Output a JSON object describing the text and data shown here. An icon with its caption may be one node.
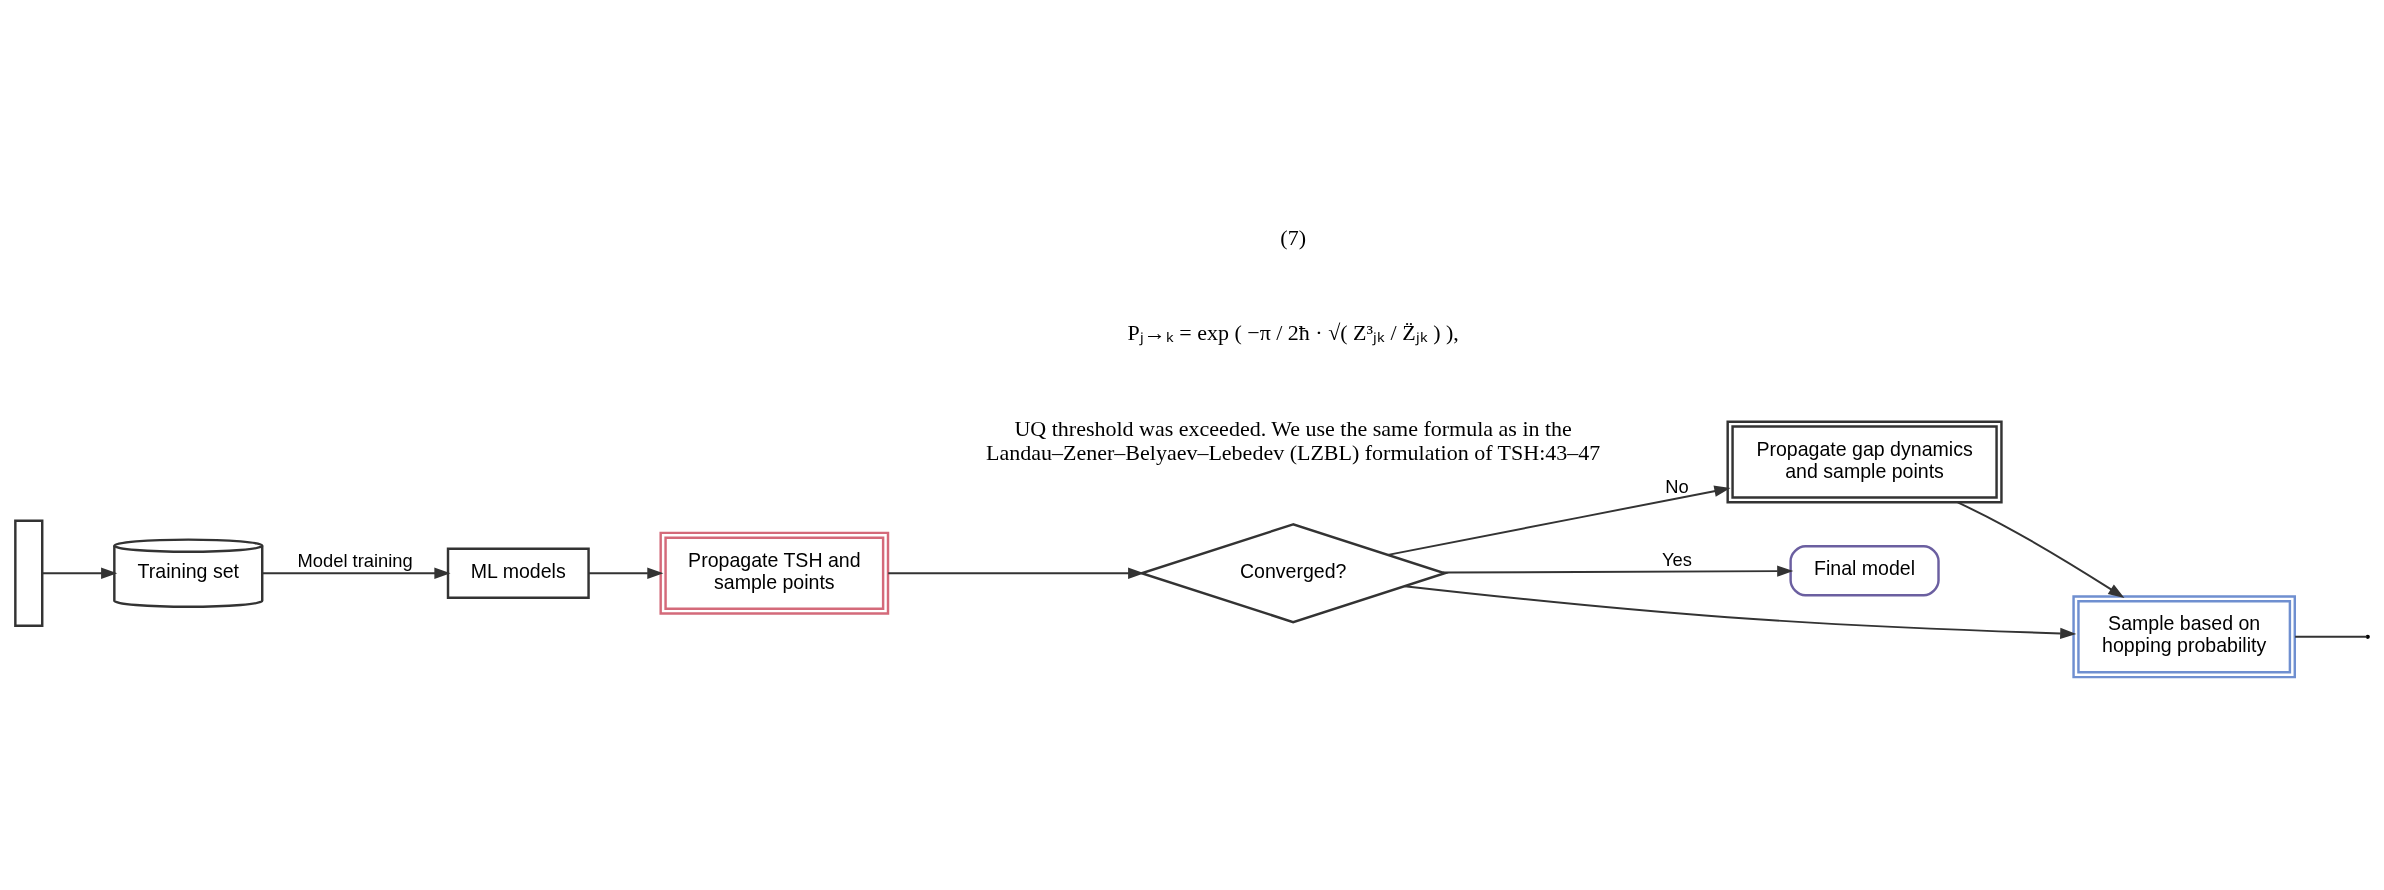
{
  "diagram": {
    "nodes": [
      {
        "text": [
          "Training set"
        ]
      },
      {
        "text": [
          "ML models"
        ]
      },
      {
        "text": [
          "Propagate TSH and sample points"
        ]
      },
      {
        "text": [
          "Converged?"
        ]
      },
      {
        "text": [
          "Final model"
        ]
      },
      {
        "text": [
          "Propagate gap dynamics and sample points"
        ]
      },
      {
        "text": [
          "Sample based on hopping probability"
        ]
      },
      {
        "text": [],
        "shape": "box"
      }
    ],
    "edges": [
      {
        "from": 7,
        "to": 0,
        "arrow": "to"
      },
      {
        "from": 0,
        "to": 1,
        "arrow": "to",
        "label": "Model training"
      },
      {
        "from": 1,
        "to": 2,
        "arrow": "to"
      },
      {
        "from": 2,
        "to": 3,
        "arrow": "to"
      },
      {
        "from": 3,
        "to": 4,
        "arrow": "to",
        "label": "Yes"
      },
      {
        "from": 3,
        "to": 5,
        "arrow": "to",
        "label": "No"
      },
      {
        "from": 3,
        "to": 6,
        "arrow": "to"
      },
      {
        "from": 5,
        "to": 6,
        "arrow": "to"
      },
      {
        "from": 6,
        "to": null,
        "arrow": "none"
      }
    ],
    "labels": [
      "UQ threshold was exceeded. We use the same formula as in the Landau–Zener–Belyaev–Lebedev (LZBL) formulation of TSH:43–47",
      "Pⱼ→ₖ = exp ( −π / 2ħ · √( Z³ⱼₖ / Z̈ⱼₖ ) ),",
      "(7)"
    ]
  }
}
